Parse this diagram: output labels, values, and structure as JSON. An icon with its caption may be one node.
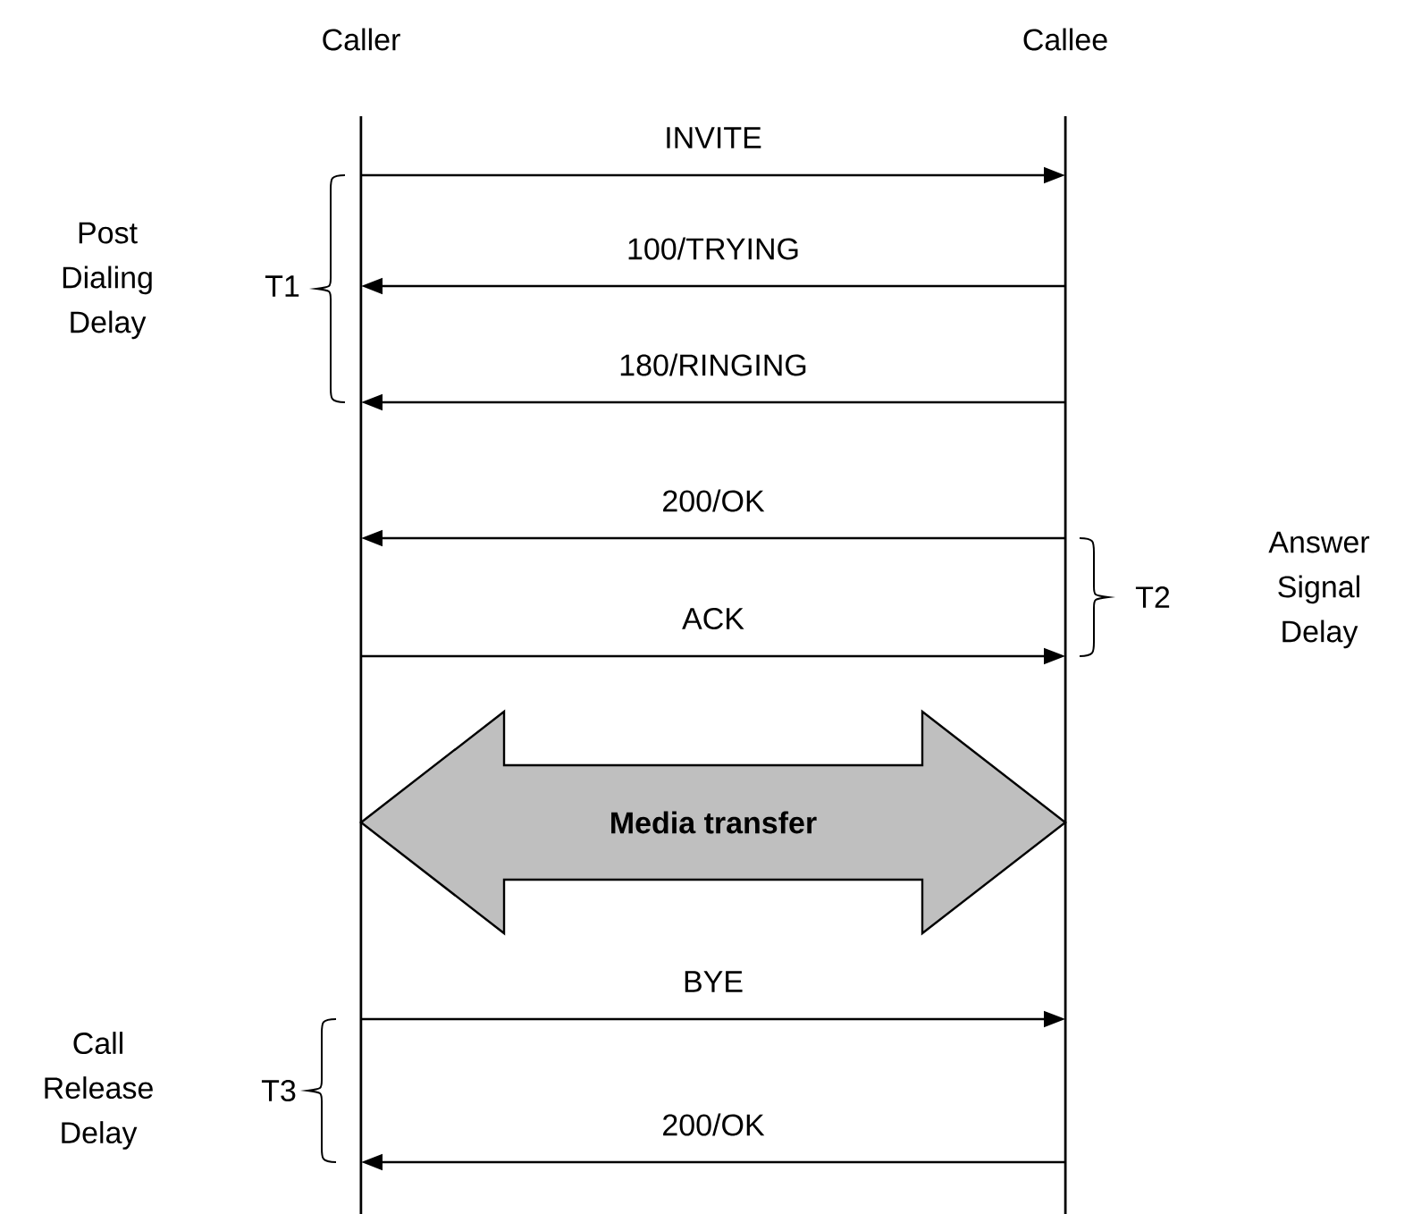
{
  "diagram": {
    "nodes": [
      {
        "text": [
          "Caller"
        ]
      },
      {
        "text": [
          "Callee"
        ]
      }
    ],
    "edges": [
      {
        "from": 0,
        "to": 1,
        "arrow": "to",
        "label": "INVITE"
      },
      {
        "from": 1,
        "to": 0,
        "arrow": "to",
        "label": "100/TRYING"
      },
      {
        "from": 1,
        "to": 0,
        "arrow": "to",
        "label": "180/RINGING"
      },
      {
        "from": 1,
        "to": 0,
        "arrow": "to",
        "label": "200/OK"
      },
      {
        "from": 0,
        "to": 1,
        "arrow": "to",
        "label": "ACK"
      },
      {
        "from": 0,
        "to": 1,
        "arrow": "both",
        "label": "Media transfer",
        "style": "thick"
      },
      {
        "from": 0,
        "to": 1,
        "arrow": "to",
        "label": "BYE"
      },
      {
        "from": 1,
        "to": 0,
        "arrow": "to",
        "label": "200/OK"
      }
    ],
    "labels": [
      "Post Dialing Delay",
      "T1",
      "Answer Signal Delay",
      "T2",
      "Call Release Delay",
      "T3"
    ]
  }
}
